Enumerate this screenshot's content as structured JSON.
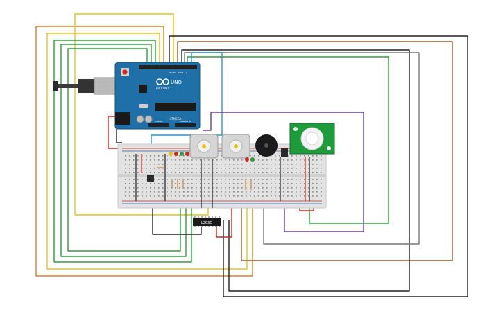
{
  "board": {
    "brand_label": "ARDUINO",
    "model_label": "UNO",
    "digital_label": "DIGITAL (PWM ~)",
    "power_label": "POWER",
    "analog_label": "ANALOG IN",
    "chip_label": "ATMEGA"
  },
  "ic": {
    "label": "L293D"
  },
  "colors": {
    "background": "#ffffff",
    "board_blue": "#1f6fa8",
    "breadboard": "#e2e2e2",
    "wire_black": "#222222",
    "wire_orange": "#e07b24",
    "wire_yellow": "#e8c21a",
    "wire_green": "#2e9e3a",
    "wire_red": "#d0261d",
    "wire_blue": "#2a93c9",
    "wire_purple": "#6b3fa0",
    "wire_brown": "#9a5a2a",
    "pir_green": "#1e9c3c"
  }
}
